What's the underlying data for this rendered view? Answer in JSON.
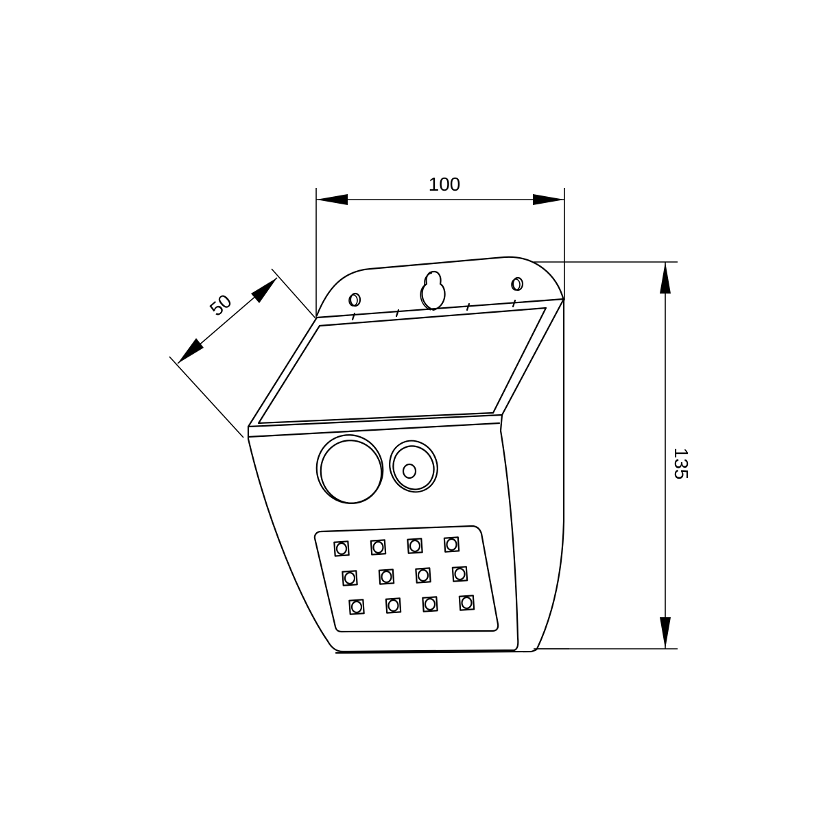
{
  "diagram": {
    "type": "technical-dimension-drawing",
    "subject": "solar wall light with motion sensor",
    "line_color": "#000000",
    "background": "#ffffff"
  },
  "dimensions": {
    "width": {
      "value": "100",
      "orientation": "horizontal"
    },
    "depth": {
      "value": "50",
      "orientation": "diagonal"
    },
    "height": {
      "value": "135",
      "orientation": "vertical"
    }
  },
  "components": {
    "keyhole_mount": "keyhole slot",
    "screw_holes": 2,
    "solar_panel": "solar panel",
    "pir_sensor": "PIR motion sensor",
    "light_sensor": "light sensor",
    "led_grid": {
      "rows": 3,
      "columns": 4,
      "count": 12
    }
  }
}
